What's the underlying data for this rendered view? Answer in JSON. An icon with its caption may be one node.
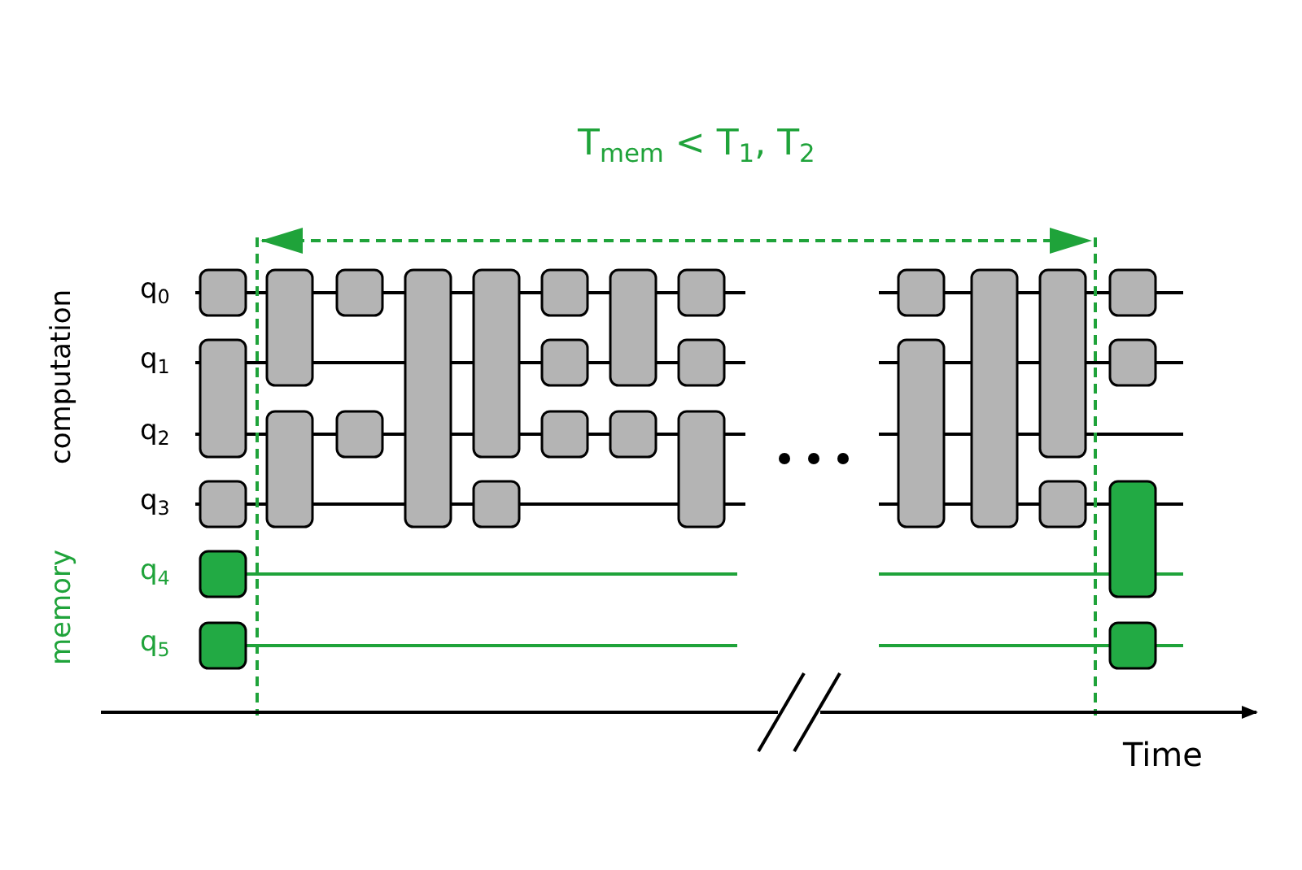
{
  "diagram": {
    "labels": [
      "T$_{mem}$ < T$_{1}$, T$_{2}$",
      "computation",
      "q$_{0}$",
      "q$_{1}$",
      "q$_{2}$",
      "q$_{3}$",
      "memory",
      "q$_{4}$",
      "q$_{5}$",
      "Time"
    ]
  }
}
